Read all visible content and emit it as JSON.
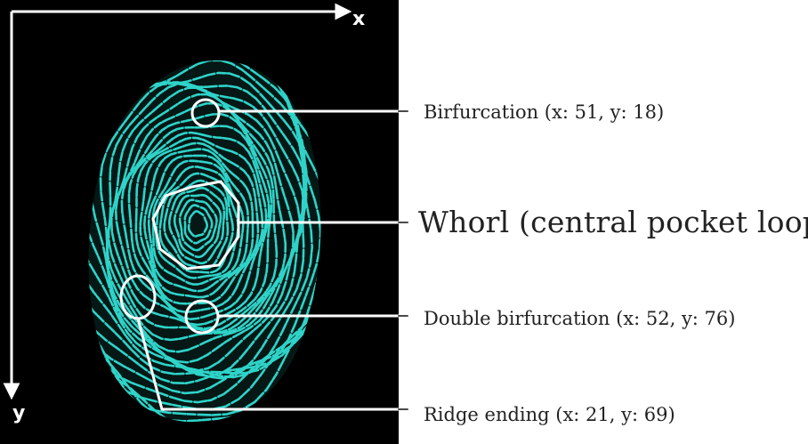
{
  "axes": {
    "x_label": "x",
    "y_label": "y"
  },
  "callouts": {
    "birfurcation": "Birfurcation (x: 51, y: 18)",
    "whorl": "Whorl (central pocket loop)",
    "double_birfurcation": "Double birfurcation (x: 52, y: 76)",
    "ridge_ending": "Ridge ending (x: 21, y: 69)"
  },
  "colors": {
    "background": "#000000",
    "fingerprint_ridges": "#2fd3c8",
    "annotation_lines": "#ffffff",
    "label_text": "#222222"
  }
}
